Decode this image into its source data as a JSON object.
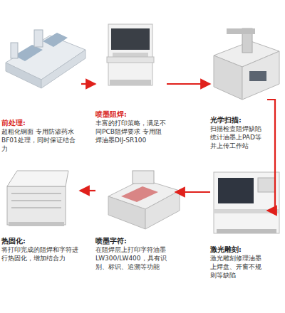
{
  "diagram": {
    "nodes": [
      {
        "text": [
          "前处理:",
          "超粗化铜面 专用防渗药水BF01处理，同时保证结合力"
        ]
      },
      {
        "text": [
          "喷墨阻焊:",
          "丰富的打印策略，满足不同PCB阻焊要求 专用阻焊油墨DIJ-SR100"
        ]
      },
      {
        "text": [
          "光学扫描:",
          "扫描检查阻焊缺陷 统计油墨上PAD等并上传工作站"
        ]
      },
      {
        "text": [
          "热固化:",
          "将打印完成的阻焊和字符进行热固化，增加结合力"
        ]
      },
      {
        "text": [
          "喷墨字符:",
          "在阻焊层上打印字符油墨LW300/LW400，具有识别、标识、追溯等功能"
        ]
      },
      {
        "text": [
          "激光雕刻:",
          "激光雕刻修理油墨上焊盘、开窗不规则等缺陷"
        ]
      }
    ],
    "edges": [
      {
        "from": 0,
        "to": 1,
        "arrow": "to"
      },
      {
        "from": 1,
        "to": 2,
        "arrow": "to"
      },
      {
        "from": 2,
        "to": 5,
        "arrow": "to"
      },
      {
        "from": 5,
        "to": 4,
        "arrow": "to"
      },
      {
        "from": 4,
        "to": 3,
        "arrow": "to"
      }
    ]
  }
}
